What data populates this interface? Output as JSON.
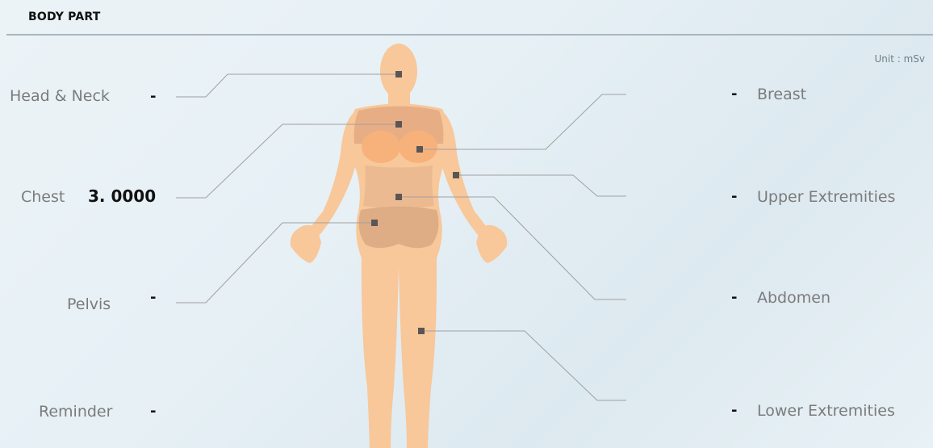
{
  "header": {
    "title": "BODY PART"
  },
  "unit": "Unit : mSv",
  "left": [
    {
      "key": "head_neck",
      "label": "Head & Neck",
      "value": "-"
    },
    {
      "key": "chest",
      "label": "Chest",
      "value": "3. 0000"
    },
    {
      "key": "pelvis",
      "label": "Pelvis",
      "value": "-"
    },
    {
      "key": "reminder",
      "label": "Reminder",
      "value": "-"
    }
  ],
  "right": [
    {
      "key": "breast",
      "label": "Breast",
      "value": "-"
    },
    {
      "key": "upper_extremities",
      "label": "Upper Extremities",
      "value": "-"
    },
    {
      "key": "abdomen",
      "label": "Abdomen",
      "value": "-"
    },
    {
      "key": "lower_extremities",
      "label": "Lower Extremities",
      "value": "-"
    }
  ],
  "colors": {
    "skin": "#f8c79a",
    "skin_dark": "#e8b48a",
    "highlight": "#ddaa85",
    "breast_highlight": "#f5b37a",
    "marker": "#5b5555",
    "leader_line": "#a0a0a0"
  }
}
